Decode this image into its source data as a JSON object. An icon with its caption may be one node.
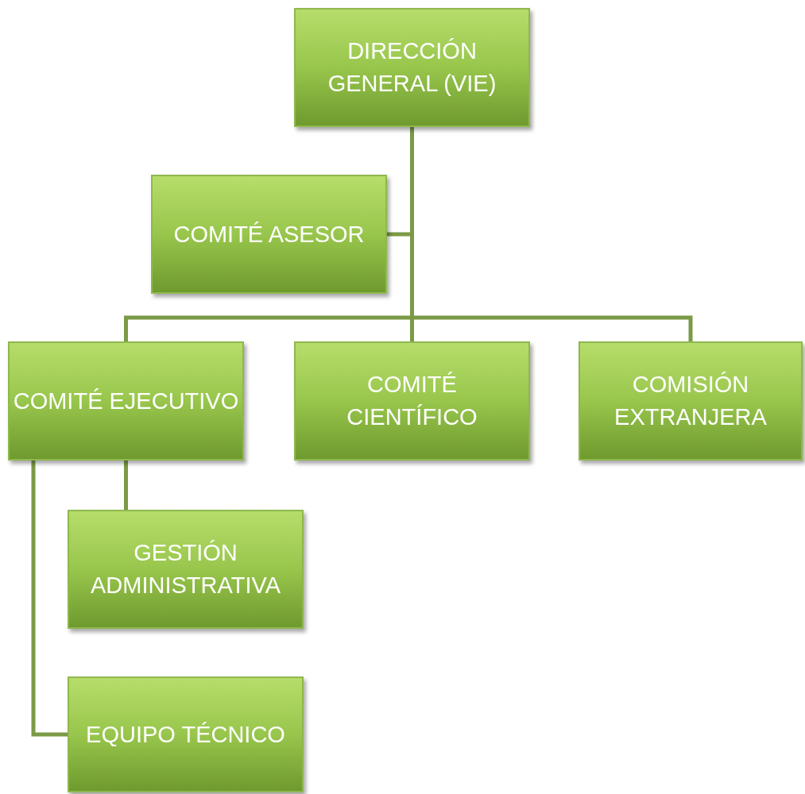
{
  "diagram": {
    "nodes": [
      {
        "text": [
          "DIRECCIÓN GENERAL (VIE)"
        ]
      },
      {
        "text": [
          "COMITÉ ASESOR"
        ]
      },
      {
        "text": [
          "COMITÉ EJECUTIVO"
        ]
      },
      {
        "text": [
          "COMITÉ CIENTÍFICO"
        ]
      },
      {
        "text": [
          "COMISIÓN EXTRANJERA"
        ]
      },
      {
        "text": [
          "GESTIÓN ADMINISTRATIVA"
        ]
      },
      {
        "text": [
          "EQUIPO TÉCNICO"
        ]
      }
    ],
    "edges": [
      {
        "from": 0,
        "to": 1,
        "arrow": "none"
      },
      {
        "from": 0,
        "to": 2,
        "arrow": "none"
      },
      {
        "from": 0,
        "to": 3,
        "arrow": "none"
      },
      {
        "from": 0,
        "to": 4,
        "arrow": "none"
      },
      {
        "from": 2,
        "to": 5,
        "arrow": "none"
      },
      {
        "from": 2,
        "to": 6,
        "arrow": "none"
      }
    ]
  }
}
